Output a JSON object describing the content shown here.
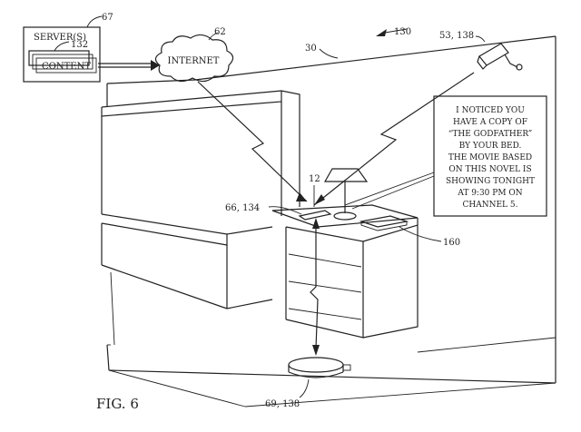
{
  "labels": {
    "server_ref": "67",
    "server": "SERVER(S)",
    "content_ref": "132",
    "content": "CONTENT",
    "internet_ref": "62",
    "internet": "INTERNET",
    "room_ref": "30",
    "view_ref": "130",
    "camera_ref": "53, 138",
    "device_ref": "66, 134",
    "lamp_ref": "12",
    "book_ref": "160",
    "robot_ref": "69, 138",
    "figure": "FIG. 6"
  },
  "speech_bubble": {
    "lines": [
      "I NOTICED YOU",
      "HAVE A COPY OF",
      "“THE GODFATHER”",
      "BY YOUR BED.",
      "THE MOVIE BASED",
      "ON THIS NOVEL IS",
      "SHOWING TONIGHT",
      "AT 9:30 PM ON",
      "CHANNEL 5."
    ]
  }
}
